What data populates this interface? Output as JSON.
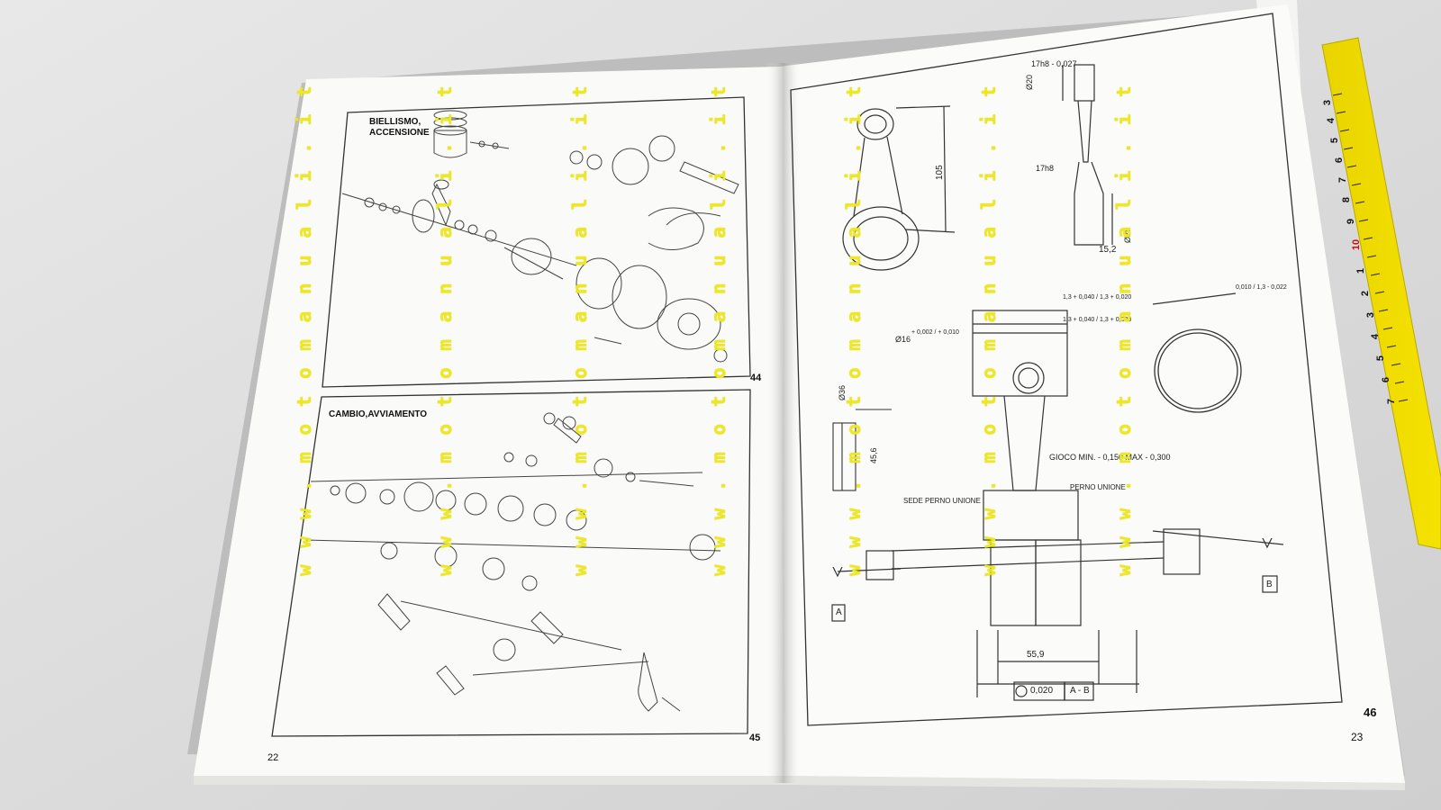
{
  "left_page": {
    "figure_44": {
      "title_line1": "BIELLISMO,",
      "title_line2": "ACCENSIONE",
      "number": "44"
    },
    "figure_45": {
      "title": "CAMBIO,AVVIAMENTO",
      "number": "45"
    },
    "page_number": "22"
  },
  "right_page": {
    "figure_number": "46",
    "page_number": "23",
    "annotations": {
      "rod_top_width": "17h8",
      "rod_bottom_width": "17h8",
      "rod_tol": "- 0,027",
      "center_distance": "105",
      "small_end_diameter": "Ø20",
      "big_end_diameter": "Ø28",
      "rod_thickness": "15,2",
      "pin_diameter": "Ø16",
      "pin_tol": "+ 0,002 / + 0,010",
      "ring_tol_1": "1,3 + 0,040 / 1,3 + 0,020",
      "ring_tol_2": "1,3 + 0,040 / 1,3 + 0,020",
      "ring_gap_tol": "0,010 / 1,3 - 0,022",
      "piston_height": "Ø36",
      "crank_width": "45,6",
      "clearance": "GIOCO MIN. - 0,150   MAX - 0,300",
      "seat_label": "SEDE PERNO UNIONE",
      "pin_label": "PERNO UNIONE",
      "shaft_span": "55,9",
      "datum_a": "A",
      "datum_b": "B",
      "runout_value": "0,020",
      "runout_ref": "A - B"
    }
  },
  "watermark": "w w w . m o t o m a n u a l i . i t",
  "ruler": {
    "numbers": [
      "3",
      "4",
      "5",
      "6",
      "7",
      "8",
      "9",
      "10",
      "1",
      "2",
      "3",
      "4",
      "5",
      "6",
      "7"
    ]
  }
}
